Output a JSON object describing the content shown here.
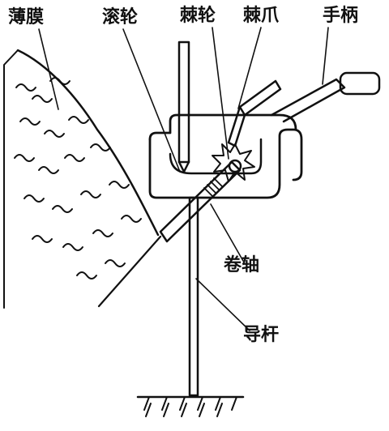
{
  "labels": {
    "film": "薄膜",
    "roller": "滚轮",
    "ratchet_wheel": "棘轮",
    "pawl": "棘爪",
    "handle": "手柄",
    "reel_shaft": "卷轴",
    "guide_rod": "导杆"
  },
  "colors": {
    "ink": "#111111",
    "background": "#ffffff"
  }
}
